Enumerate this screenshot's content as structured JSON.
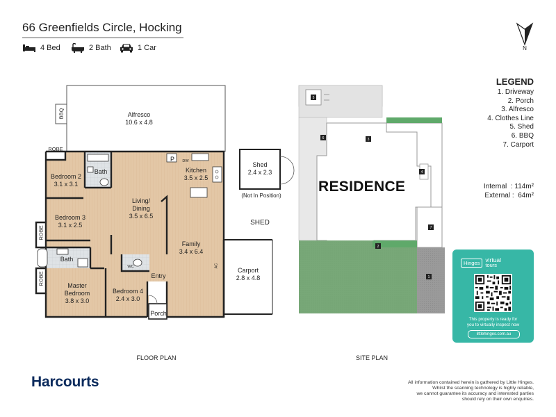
{
  "header": {
    "title": "66 Greenfields Circle, Hocking",
    "features": [
      {
        "icon": "bed-icon",
        "label": "4 Bed"
      },
      {
        "icon": "bath-icon",
        "label": "2 Bath"
      },
      {
        "icon": "car-icon",
        "label": "1 Car"
      }
    ],
    "north_label": "N"
  },
  "legend": {
    "title": "LEGEND",
    "items": [
      "1. Driveway",
      "2. Porch",
      "3. Alfresco",
      "4. Clothes Line",
      "5. Shed",
      "6. BBQ",
      "7. Carport"
    ]
  },
  "areas": {
    "internal": "Internal  : 114m²",
    "external": "External :  64m²"
  },
  "floor_plan": {
    "section_label": "FLOOR PLAN",
    "rooms": {
      "alfresco": {
        "name": "Alfresco",
        "size": "10.6 x 4.8"
      },
      "bbq": "BBQ",
      "robe_top": "ROBE",
      "robe_mid": "ROBE",
      "robe_bottom": "ROBE",
      "bedroom2": {
        "name": "Bedroom 2",
        "size": "3.1 x 3.1"
      },
      "bath_top": "Bath",
      "kitchen": {
        "name": "Kitchen",
        "size": "3.5 x 2.5"
      },
      "pantry": "P",
      "dishwasher": "DW",
      "living": {
        "name": "Living/",
        "name2": "Dining",
        "size": "3.5 x 6.5"
      },
      "bedroom3": {
        "name": "Bedroom 3",
        "size": "3.1 x 2.5"
      },
      "family": {
        "name": "Family",
        "size": "3.4 x 6.4"
      },
      "bath_mid": "Bath",
      "wc": "WC",
      "ac": "AC",
      "master": {
        "name": "Master",
        "name2": "Bedroom",
        "size": "3.8 x 3.0"
      },
      "bedroom4": {
        "name": "Bedroom 4",
        "size": "2.4 x 3.0"
      },
      "entry": "Entry",
      "porch": "Porch",
      "carport": {
        "name": "Carport",
        "size": "2.8 x 4.8"
      }
    },
    "shed": {
      "name": "Shed",
      "size": "2.4 x 2.3",
      "note": "(Not In Position)",
      "label": "SHED"
    }
  },
  "site_plan": {
    "section_label": "SITE PLAN",
    "residence_label": "RESIDENCE",
    "markers": [
      "1",
      "2",
      "3",
      "4",
      "5",
      "6",
      "7"
    ]
  },
  "virtual_tour": {
    "brand": "Hinges",
    "brand_sub1": "virtual",
    "brand_sub2": "tours",
    "message1": "This property is ready for",
    "message2": "you to virtually inspect now",
    "url": "littlehinges.com.au"
  },
  "footer": {
    "brand": "Harcourts",
    "disclaimer": [
      "All information contained herein is gathered by Little Hinges.",
      "Whilst the scanning technology is highly reliable,",
      "we cannot guarantee its accuracy and interested parties",
      "should rely on their own enquiries."
    ]
  },
  "colors": {
    "floor_wood": "#e3c7a6",
    "bath_tile": "#dfe3e6",
    "alfresco": "#ffffff",
    "wall": "#222222",
    "lawn": "#78a878",
    "hedge": "#4a9a5a",
    "driveway": "#9a9a9a",
    "site_building": "#e3e3e3",
    "teal": "#37b7a6",
    "brand": "#0a2a5c"
  }
}
